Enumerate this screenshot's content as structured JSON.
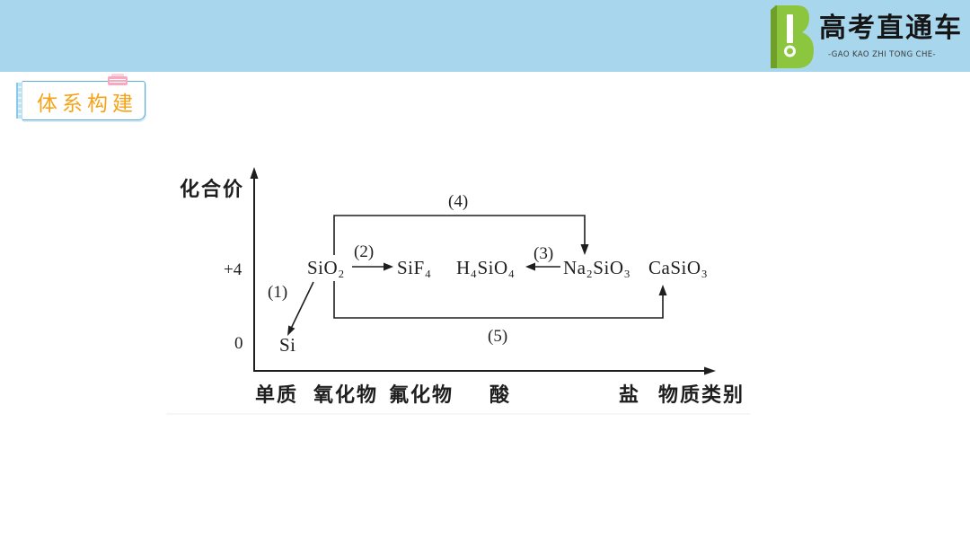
{
  "colors": {
    "header_band": "#a7d6ed",
    "logo_green": "#8cc63e",
    "tab_text": "#f5a31a",
    "tab_border": "#5fa8d8",
    "clip_pink": "#f6a9bf",
    "diagram_ink": "#1e1e1e"
  },
  "header": {
    "logo_icon": "book-b-icon",
    "logo_title": "高考直通车",
    "logo_subtitle": "-GAO KAO ZHI TONG CHE-"
  },
  "section_tab": {
    "clip_icon": "paper-clip-icon",
    "label": "体系构建"
  },
  "diagram": {
    "y_axis_label": "化合价",
    "x_axis_label": "物质类别",
    "y_ticks": [
      "+4",
      "0"
    ],
    "x_categories": [
      "单质",
      "氧化物",
      "氟化物",
      "酸",
      "盐"
    ],
    "species": {
      "si": "Si",
      "sio2": "SiO₂",
      "sif4": "SiF₄",
      "h4sio4": "H₄SiO₄",
      "na2sio3": "Na₂SiO₃",
      "casio3": "CaSiO₃"
    },
    "reaction_labels": [
      "(1)",
      "(2)",
      "(3)",
      "(4)",
      "(5)"
    ]
  }
}
